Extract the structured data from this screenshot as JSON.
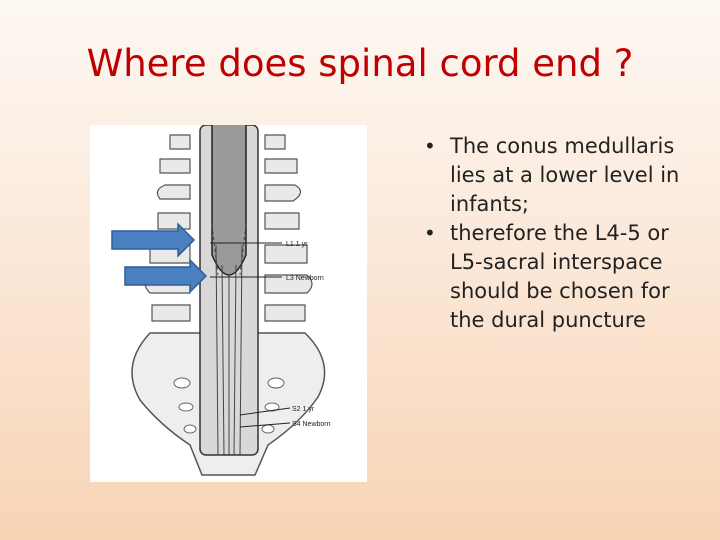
{
  "slide": {
    "title": "Where does spinal cord end ?"
  },
  "figure": {
    "labels": {
      "l1_adult": "L1 1 yr",
      "l3_newborn": "L3 Newborn",
      "s2_adult": "S2 1 yr",
      "s4_newborn": "S4 Newborn"
    },
    "arrow_color": "#4a7fc1"
  },
  "bullets": [
    {
      "marker": "•",
      "text": "The conus medullaris lies at a lower level in infants;"
    },
    {
      "marker": "•",
      "text": "therefore the L4-5 or L5-sacral interspace should be chosen for the dural puncture"
    }
  ],
  "colors": {
    "title": "#c00000",
    "background_top": "#fdf8f3",
    "background_bottom": "#f8d3b4"
  }
}
